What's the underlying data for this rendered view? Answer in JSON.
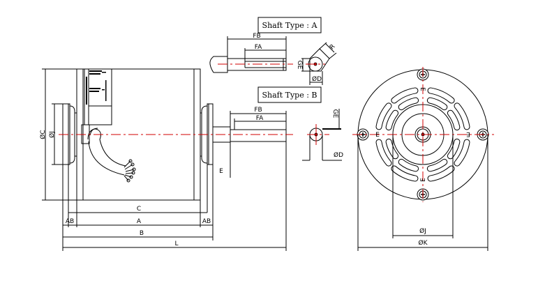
{
  "shaft_a": {
    "title": "Shaft Type : A",
    "fb": "FB",
    "fa": "FA",
    "ge": "GE",
    "d": "ØD",
    "r": "R"
  },
  "shaft_b": {
    "title": "Shaft Type : B",
    "fb": "FB",
    "fa": "FA",
    "ge": "GE",
    "d": "ØD"
  },
  "side_view": {
    "c_dia": "ØC",
    "j_dia": "ØJ",
    "e": "E",
    "c": "C",
    "ab_left": "AB",
    "a": "A",
    "ab_right": "AB",
    "b": "B",
    "l": "L"
  },
  "front_view": {
    "j_dia": "ØJ",
    "k_dia": "ØK",
    "mark": "E"
  },
  "colors": {
    "centerline": "#d00000",
    "line": "#000000"
  }
}
